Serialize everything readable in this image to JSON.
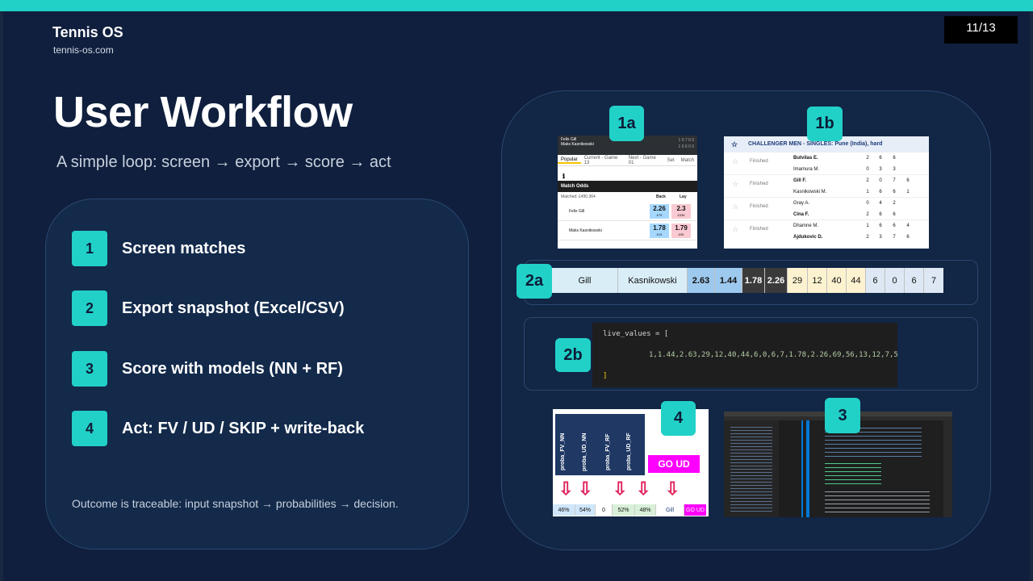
{
  "brand": {
    "name": "Tennis OS",
    "url": "tennis-os.com"
  },
  "page_indicator": "11/13",
  "title": "User Workflow",
  "subtitle": "A simple loop:  screen → export → score → act",
  "steps": [
    {
      "num": "1",
      "label": "Screen matches"
    },
    {
      "num": "2",
      "label": "Export snapshot (Excel/CSV)"
    },
    {
      "num": "3",
      "label": "Score with models (NN + RF)"
    },
    {
      "num": "4",
      "label": "Act: FV / UD / SKIP  + write-back"
    }
  ],
  "outcome": "Outcome is traceable: input snapshot → probabilities → decision.",
  "tags": {
    "t1a": "1a",
    "t1b": "1b",
    "t2a": "2a",
    "t2b": "2b",
    "t3": "3",
    "t4": "4"
  },
  "shot_1a": {
    "player1": "Felix Gill",
    "player2": "Maks Kasnikowski",
    "score1": "1  0  7  0  0",
    "score2": "1  6  6  0  0",
    "tabs": [
      "Popular",
      "Current - Game 13",
      "Next - Game 01",
      "Set",
      "Match"
    ],
    "market": "Match Odds",
    "matched": "Matched: £490,364",
    "back_label": "Back",
    "lay_label": "Lay",
    "rows": [
      {
        "name": "Felix Gill",
        "back": "2.26",
        "back_amt": "£75",
        "lay": "2.3",
        "lay_amt": "£336"
      },
      {
        "name": "Maks Kasnikowski",
        "back": "1.78",
        "back_amt": "£19",
        "lay": "1.79",
        "lay_amt": "£95"
      }
    ]
  },
  "shot_1b": {
    "header": "CHALLENGER MEN - SINGLES: Pune (India), hard",
    "status": "Finished",
    "matches": [
      {
        "p1": "Butvilas E.",
        "p2": "Imamura M.",
        "s1": [
          "2",
          "6",
          "6",
          ""
        ],
        "s2": [
          "0",
          "3",
          "3",
          ""
        ]
      },
      {
        "p1": "Gill F.",
        "p2": "Kasnikowski M.",
        "s1": [
          "2",
          "0",
          "7",
          "6"
        ],
        "s2": [
          "1",
          "6",
          "6",
          "1"
        ]
      },
      {
        "p1": "Gray A.",
        "p2": "Cina F.",
        "s1": [
          "0",
          "4",
          "2",
          ""
        ],
        "s2": [
          "2",
          "6",
          "6",
          ""
        ]
      },
      {
        "p1": "Dhamne M.",
        "p2": "Ajdukovic D.",
        "s1": [
          "1",
          "6",
          "6",
          "4"
        ],
        "s2": [
          "2",
          "3",
          "7",
          "6"
        ]
      }
    ]
  },
  "strip_2a": [
    "Gill",
    "Kasnikowski",
    "2.63",
    "1.44",
    "1.78",
    "2.26",
    "29",
    "12",
    "40",
    "44",
    "6",
    "0",
    "6",
    "7"
  ],
  "code_2b": {
    "line1": "live_values = [",
    "line2": "1,1.44,2.63,29,12,40,44,6,0,6,7,1.78,2.26,69,56,13,12,7,5",
    "line3": "]"
  },
  "shot_4": {
    "columns": [
      "proba_FV_NN",
      "proba_UD_NN",
      "proba_FV_RF",
      "proba_UD_RF"
    ],
    "go_label": "GO UD",
    "values": [
      "46%",
      "54%",
      "0",
      "52%",
      "48%",
      "Gill",
      "GO UD"
    ]
  }
}
